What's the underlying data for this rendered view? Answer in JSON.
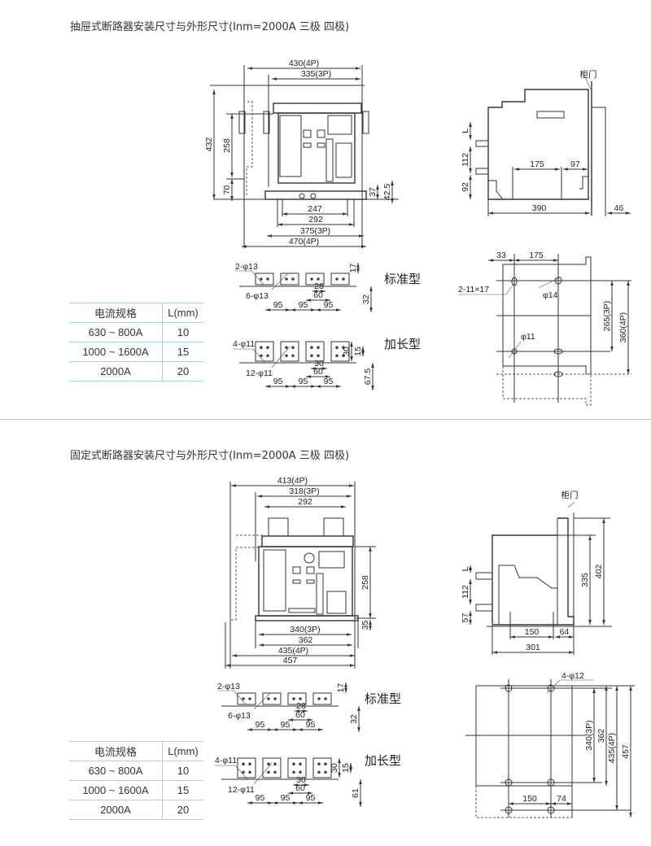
{
  "sections": [
    {
      "title": "抽屉式断路器安装尺寸与外形尺寸(Inm=2000A  三极  四极)",
      "front": {
        "w4p": "430(4P)",
        "w3p": "335(3P)",
        "h432": "432",
        "h258": "258",
        "h70": "70",
        "d37": "37",
        "d425": "42.5",
        "b247": "247",
        "b292": "292",
        "b375": "375(3P)",
        "b470": "470(4P)"
      },
      "terminals": {
        "std_label": "标准型",
        "std_holes_a": "2-φ13",
        "std_holes_b": "6-φ13",
        "std_28": "28",
        "std_60": "60",
        "std_95": "95",
        "std_17": "17",
        "std_32": "32",
        "long_label": "加长型",
        "long_holes_a": "4-φ11",
        "long_holes_b": "12-φ11",
        "long_30": "30",
        "long_60": "60",
        "long_95": "95",
        "long_v30": "30",
        "long_15": "15",
        "long_vd": "67.5"
      },
      "side": {
        "door": "柜门",
        "L": "L",
        "h112": "112",
        "h92": "92",
        "d175": "175",
        "d97": "97",
        "d390": "390",
        "d46": "46"
      },
      "cutout": {
        "d33": "33",
        "d175": "175",
        "slot": "2-11×17",
        "phi14": "φ14",
        "phi11": "φ11",
        "h265": "265(3P)",
        "h360": "360(4P)"
      },
      "table": {
        "headers": [
          "电流规格",
          "L(mm)"
        ],
        "rows": [
          [
            "630 ~ 800A",
            "10"
          ],
          [
            "1000 ~ 1600A",
            "15"
          ],
          [
            "2000A",
            "20"
          ]
        ]
      }
    },
    {
      "title": "固定式断路器安装尺寸与外形尺寸(Inm=2000A  三极  四极)",
      "front": {
        "w4p": "413(4P)",
        "w3p": "318(3P)",
        "w292": "292",
        "h258": "258",
        "h35": "35",
        "b340": "340(3P)",
        "b362": "362",
        "b435": "435(4P)",
        "b457": "457"
      },
      "terminals": {
        "std_label": "标准型",
        "std_holes_a": "2-φ13",
        "std_holes_b": "6-φ13",
        "std_28": "28",
        "std_60": "60",
        "std_95": "95",
        "std_17": "17",
        "std_32": "32",
        "long_label": "加长型",
        "long_holes_a": "4-φ11",
        "long_holes_b": "12-φ11",
        "long_30": "30",
        "long_60": "60",
        "long_95": "95",
        "long_v30": "30",
        "long_15": "15",
        "long_vd": "61"
      },
      "side": {
        "door": "柜门",
        "L": "L",
        "h112": "112",
        "h57": "57",
        "d150": "150",
        "d64": "64",
        "d301": "301",
        "h335": "335",
        "h402": "402"
      },
      "cutout": {
        "holes": "4-φ12",
        "h340": "340(3P)",
        "h362": "362",
        "h435": "435(4P)",
        "h457": "457",
        "d150": "150",
        "d74": "74"
      },
      "table": {
        "headers": [
          "电流规格",
          "L(mm)"
        ],
        "rows": [
          [
            "630 ~ 800A",
            "10"
          ],
          [
            "1000 ~ 1600A",
            "15"
          ],
          [
            "2000A",
            "20"
          ]
        ]
      }
    }
  ]
}
